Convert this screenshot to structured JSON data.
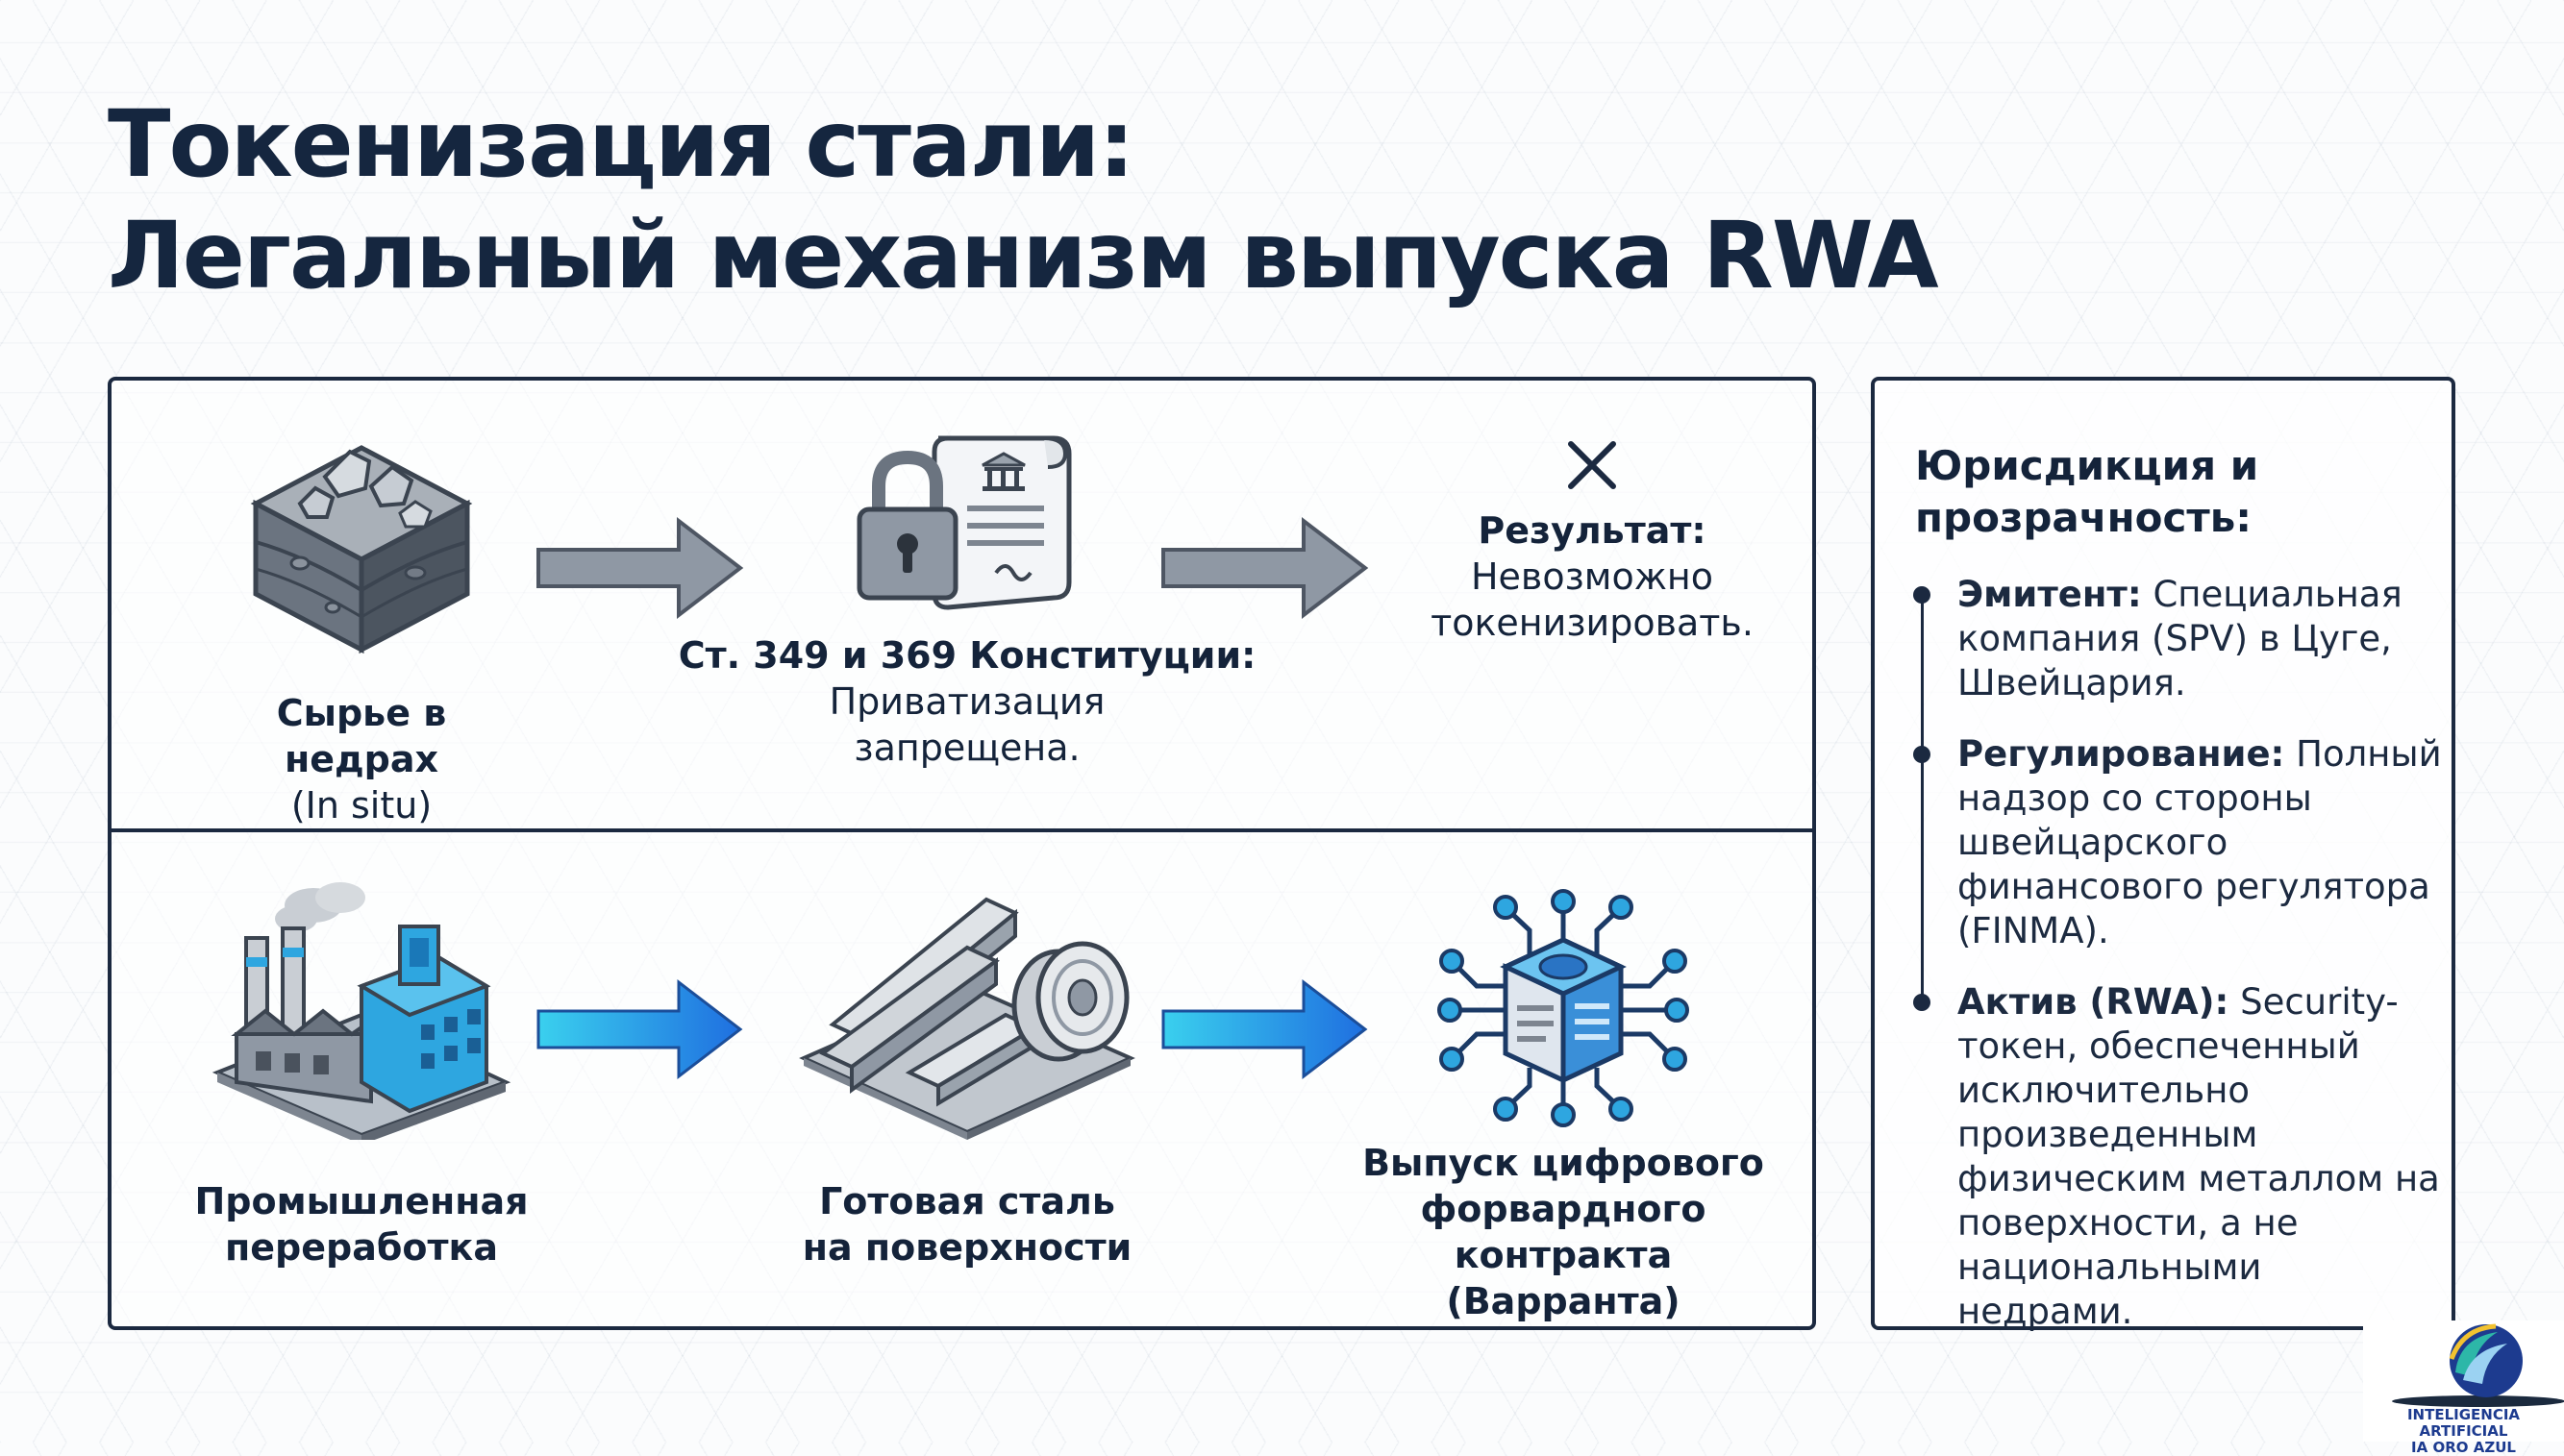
{
  "title": {
    "line1": "Токенизация стали:",
    "line2": "Легальный механизм выпуска RWA"
  },
  "flow_top": {
    "node1": {
      "icon": "raw-ore-ground-icon",
      "bold": "Сырье в недрах",
      "regular": "(In situ)"
    },
    "node2": {
      "icon": "lock-document-icon",
      "bold": "Ст. 349 и 369 Конституции:",
      "regular1": "Приватизация",
      "regular2": "запрещена."
    },
    "node3": {
      "icon": "x-mark-icon",
      "bold": "Результат:",
      "regular1": "Невозможно",
      "regular2": "токенизировать."
    },
    "arrow_color": "#8f98a4"
  },
  "flow_bottom": {
    "node1": {
      "icon": "factory-icon",
      "line1": "Промышленная",
      "line2": "переработка"
    },
    "node2": {
      "icon": "steel-products-icon",
      "line1": "Готовая сталь",
      "line2": "на поверхности"
    },
    "node3": {
      "icon": "blockchain-token-icon",
      "line1": "Выпуск цифрового",
      "line2": "форвардного контракта",
      "line3": "(Варранта)"
    },
    "arrow_gradient": [
      "#3ad0ee",
      "#1f6fe0"
    ]
  },
  "sidebar": {
    "title_line1": "Юрисдикция и",
    "title_line2": "прозрачность:",
    "items": [
      {
        "label": "Эмитент:",
        "text": "Специальная компания (SPV) в Цуге, Швейцария."
      },
      {
        "label": "Регулирование:",
        "text": "Полный надзор со стороны швейцарского финансового регулятора (FINMA)."
      },
      {
        "label": "Актив (RWA):",
        "text": "Security-токен, обеспеченный исключительно произведенным физическим металлом на поверхности, а не национальными недрами."
      }
    ]
  },
  "logo": {
    "line1": "INTELIGENCIA ARTIFICIAL",
    "line2": "IA ORO AZUL"
  }
}
